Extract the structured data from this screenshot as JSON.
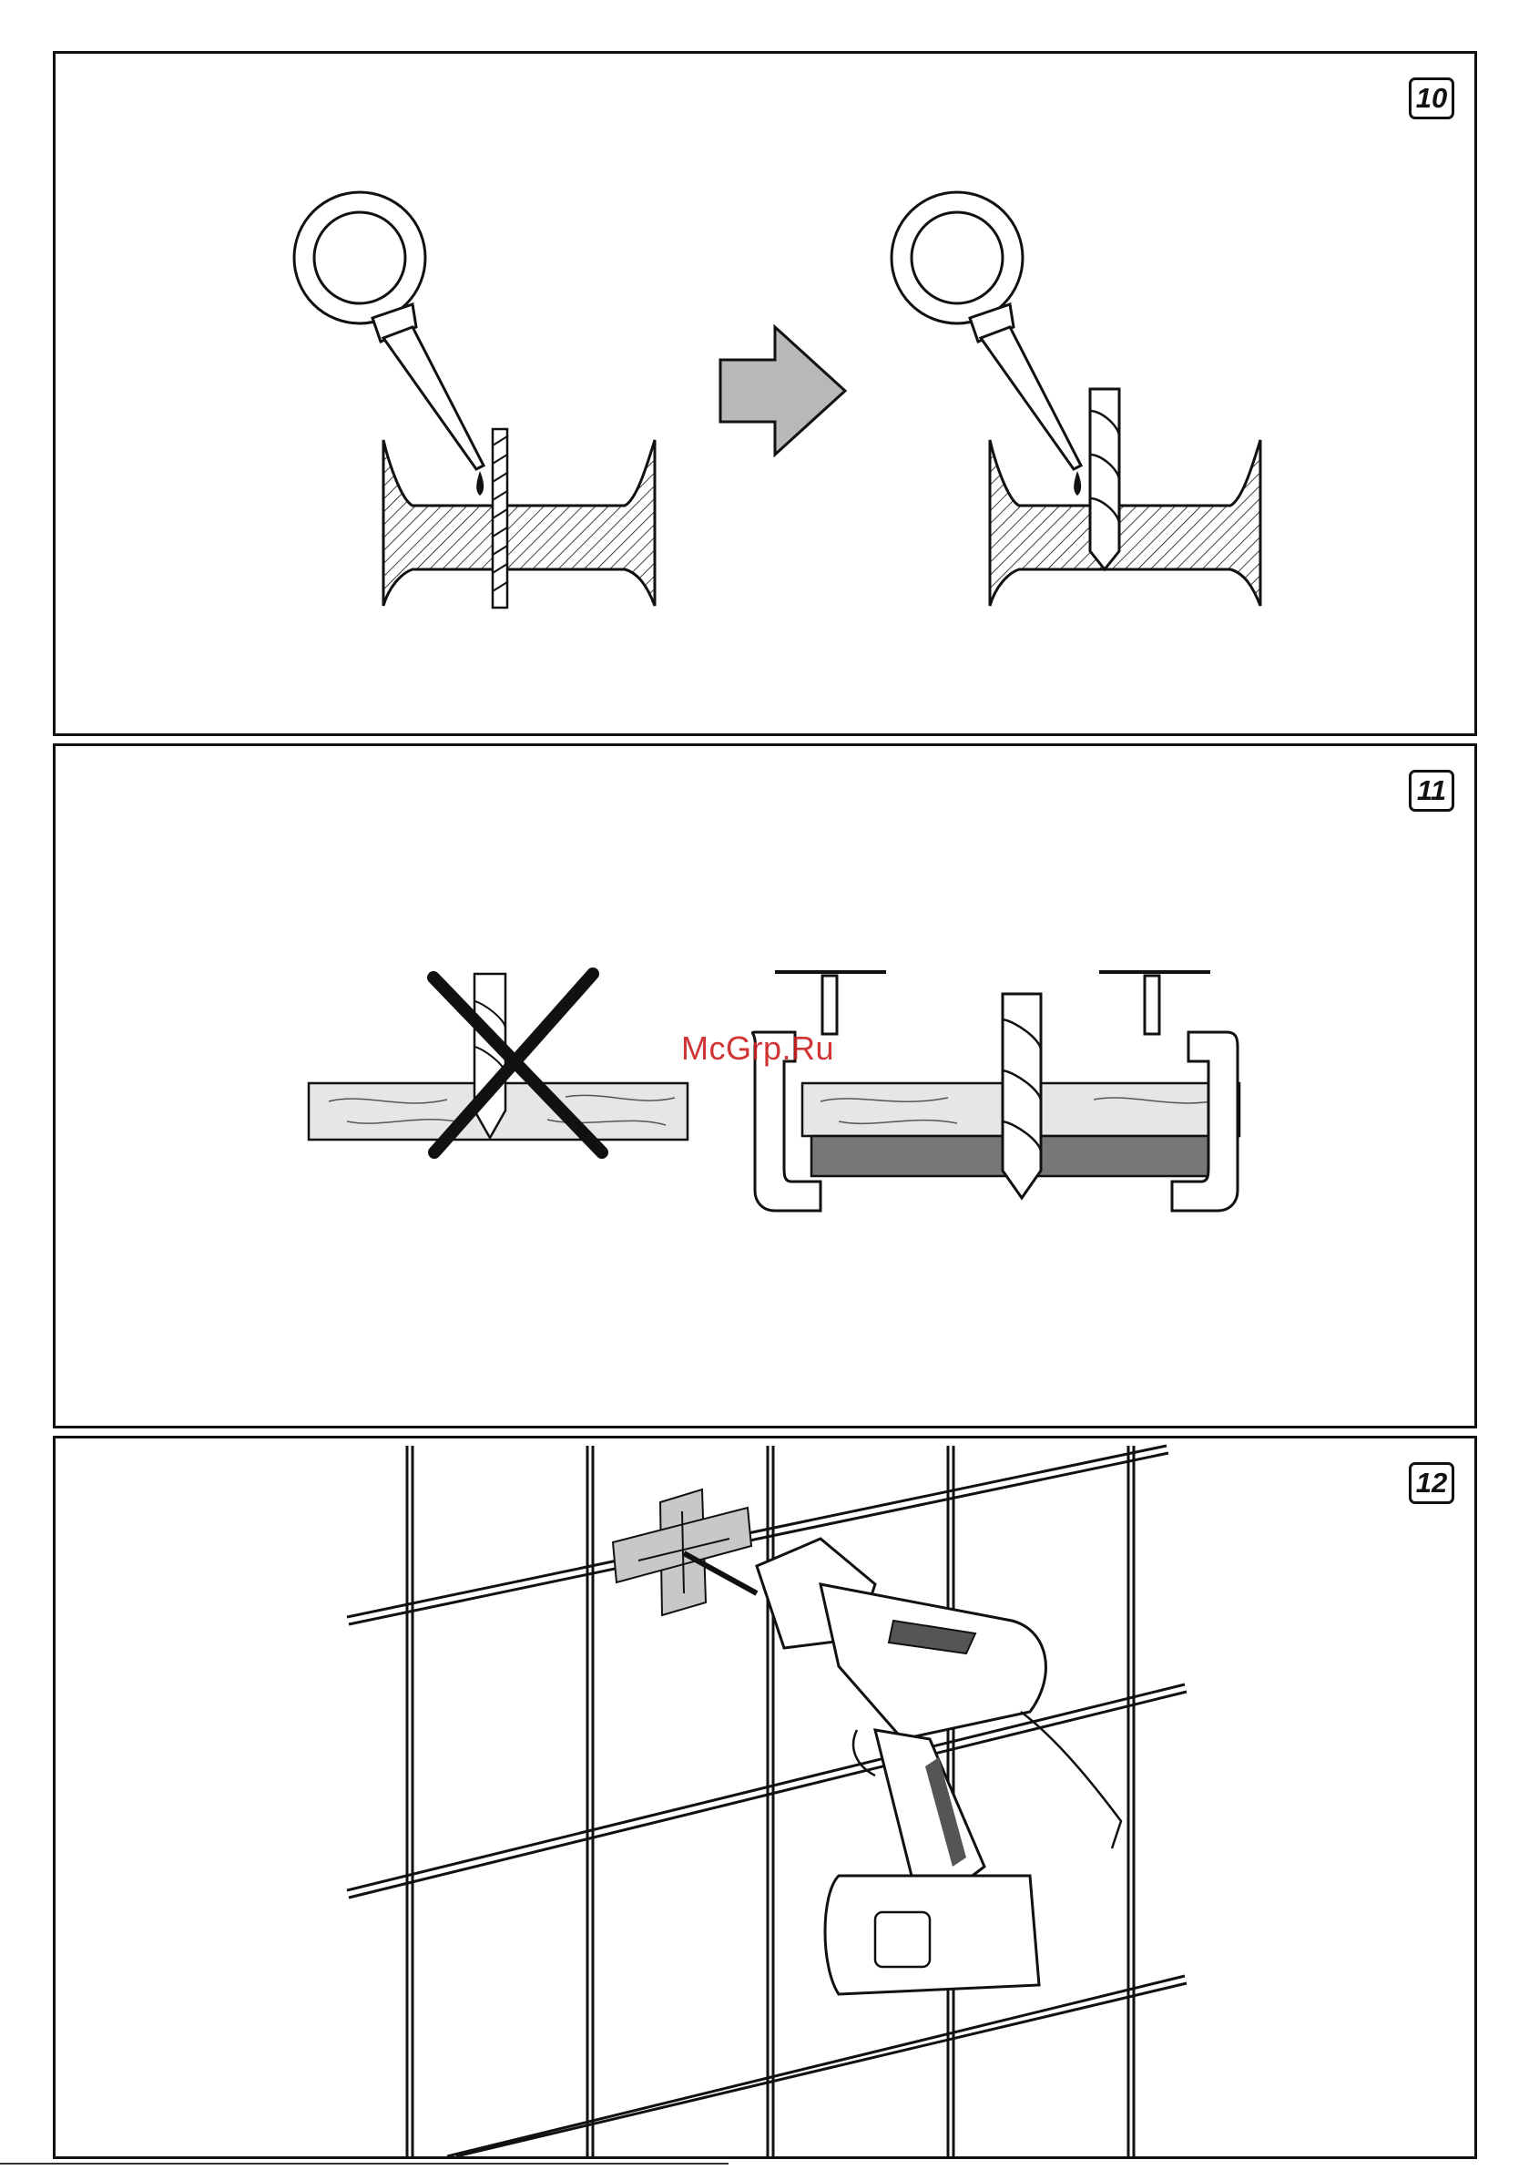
{
  "panels": [
    {
      "number": "10"
    },
    {
      "number": "11"
    },
    {
      "number": "12"
    }
  ],
  "watermark": "McGrp.Ru",
  "colors": {
    "line": "#111111",
    "arrow_fill": "#b8b8b8",
    "tape_fill": "#c8c8c8",
    "wood_light": "#e6e6e6",
    "wood_dark": "#777777",
    "watermark": "#cc1f1f"
  }
}
